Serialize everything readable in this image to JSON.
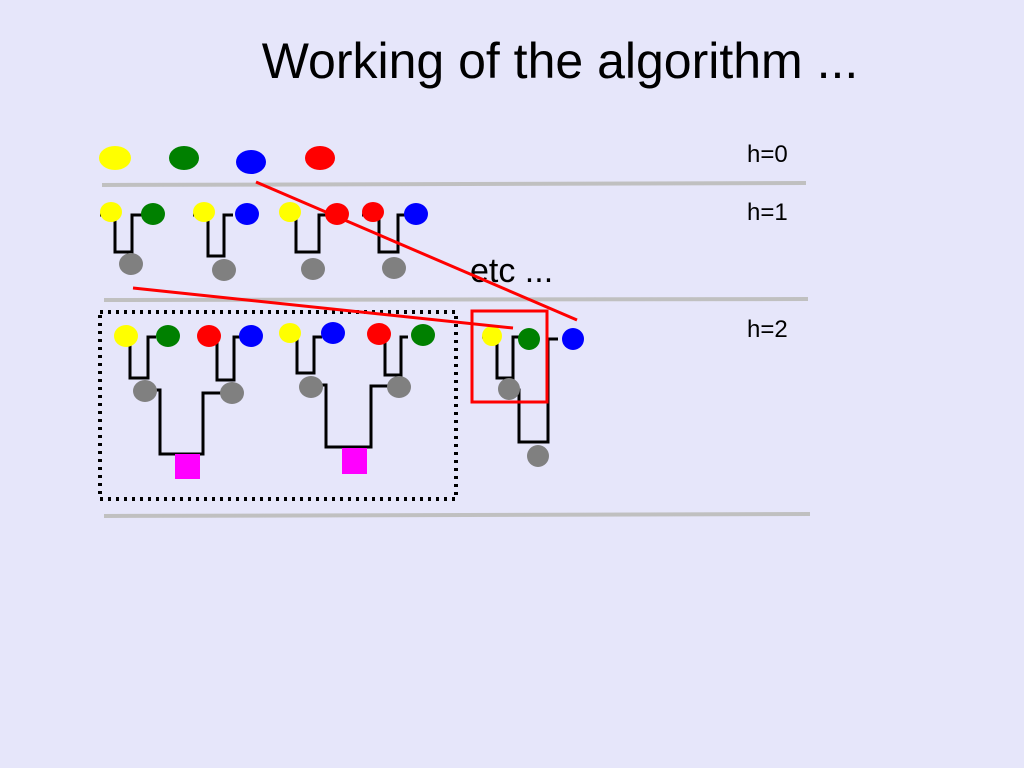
{
  "title": "Working of the algorithm ...",
  "levels": [
    {
      "label": "h=0"
    },
    {
      "label": "h=1"
    },
    {
      "label": "h=2"
    }
  ],
  "annotation": "etc ...",
  "colors": {
    "background": "#e6e6fa",
    "yellow": "#ffff00",
    "green": "#008000",
    "blue": "#0000ff",
    "red": "#ff0000",
    "gray": "#808080",
    "magenta": "#ff00ff",
    "connector": "#ff0000",
    "separator": "#c0c0c0"
  }
}
